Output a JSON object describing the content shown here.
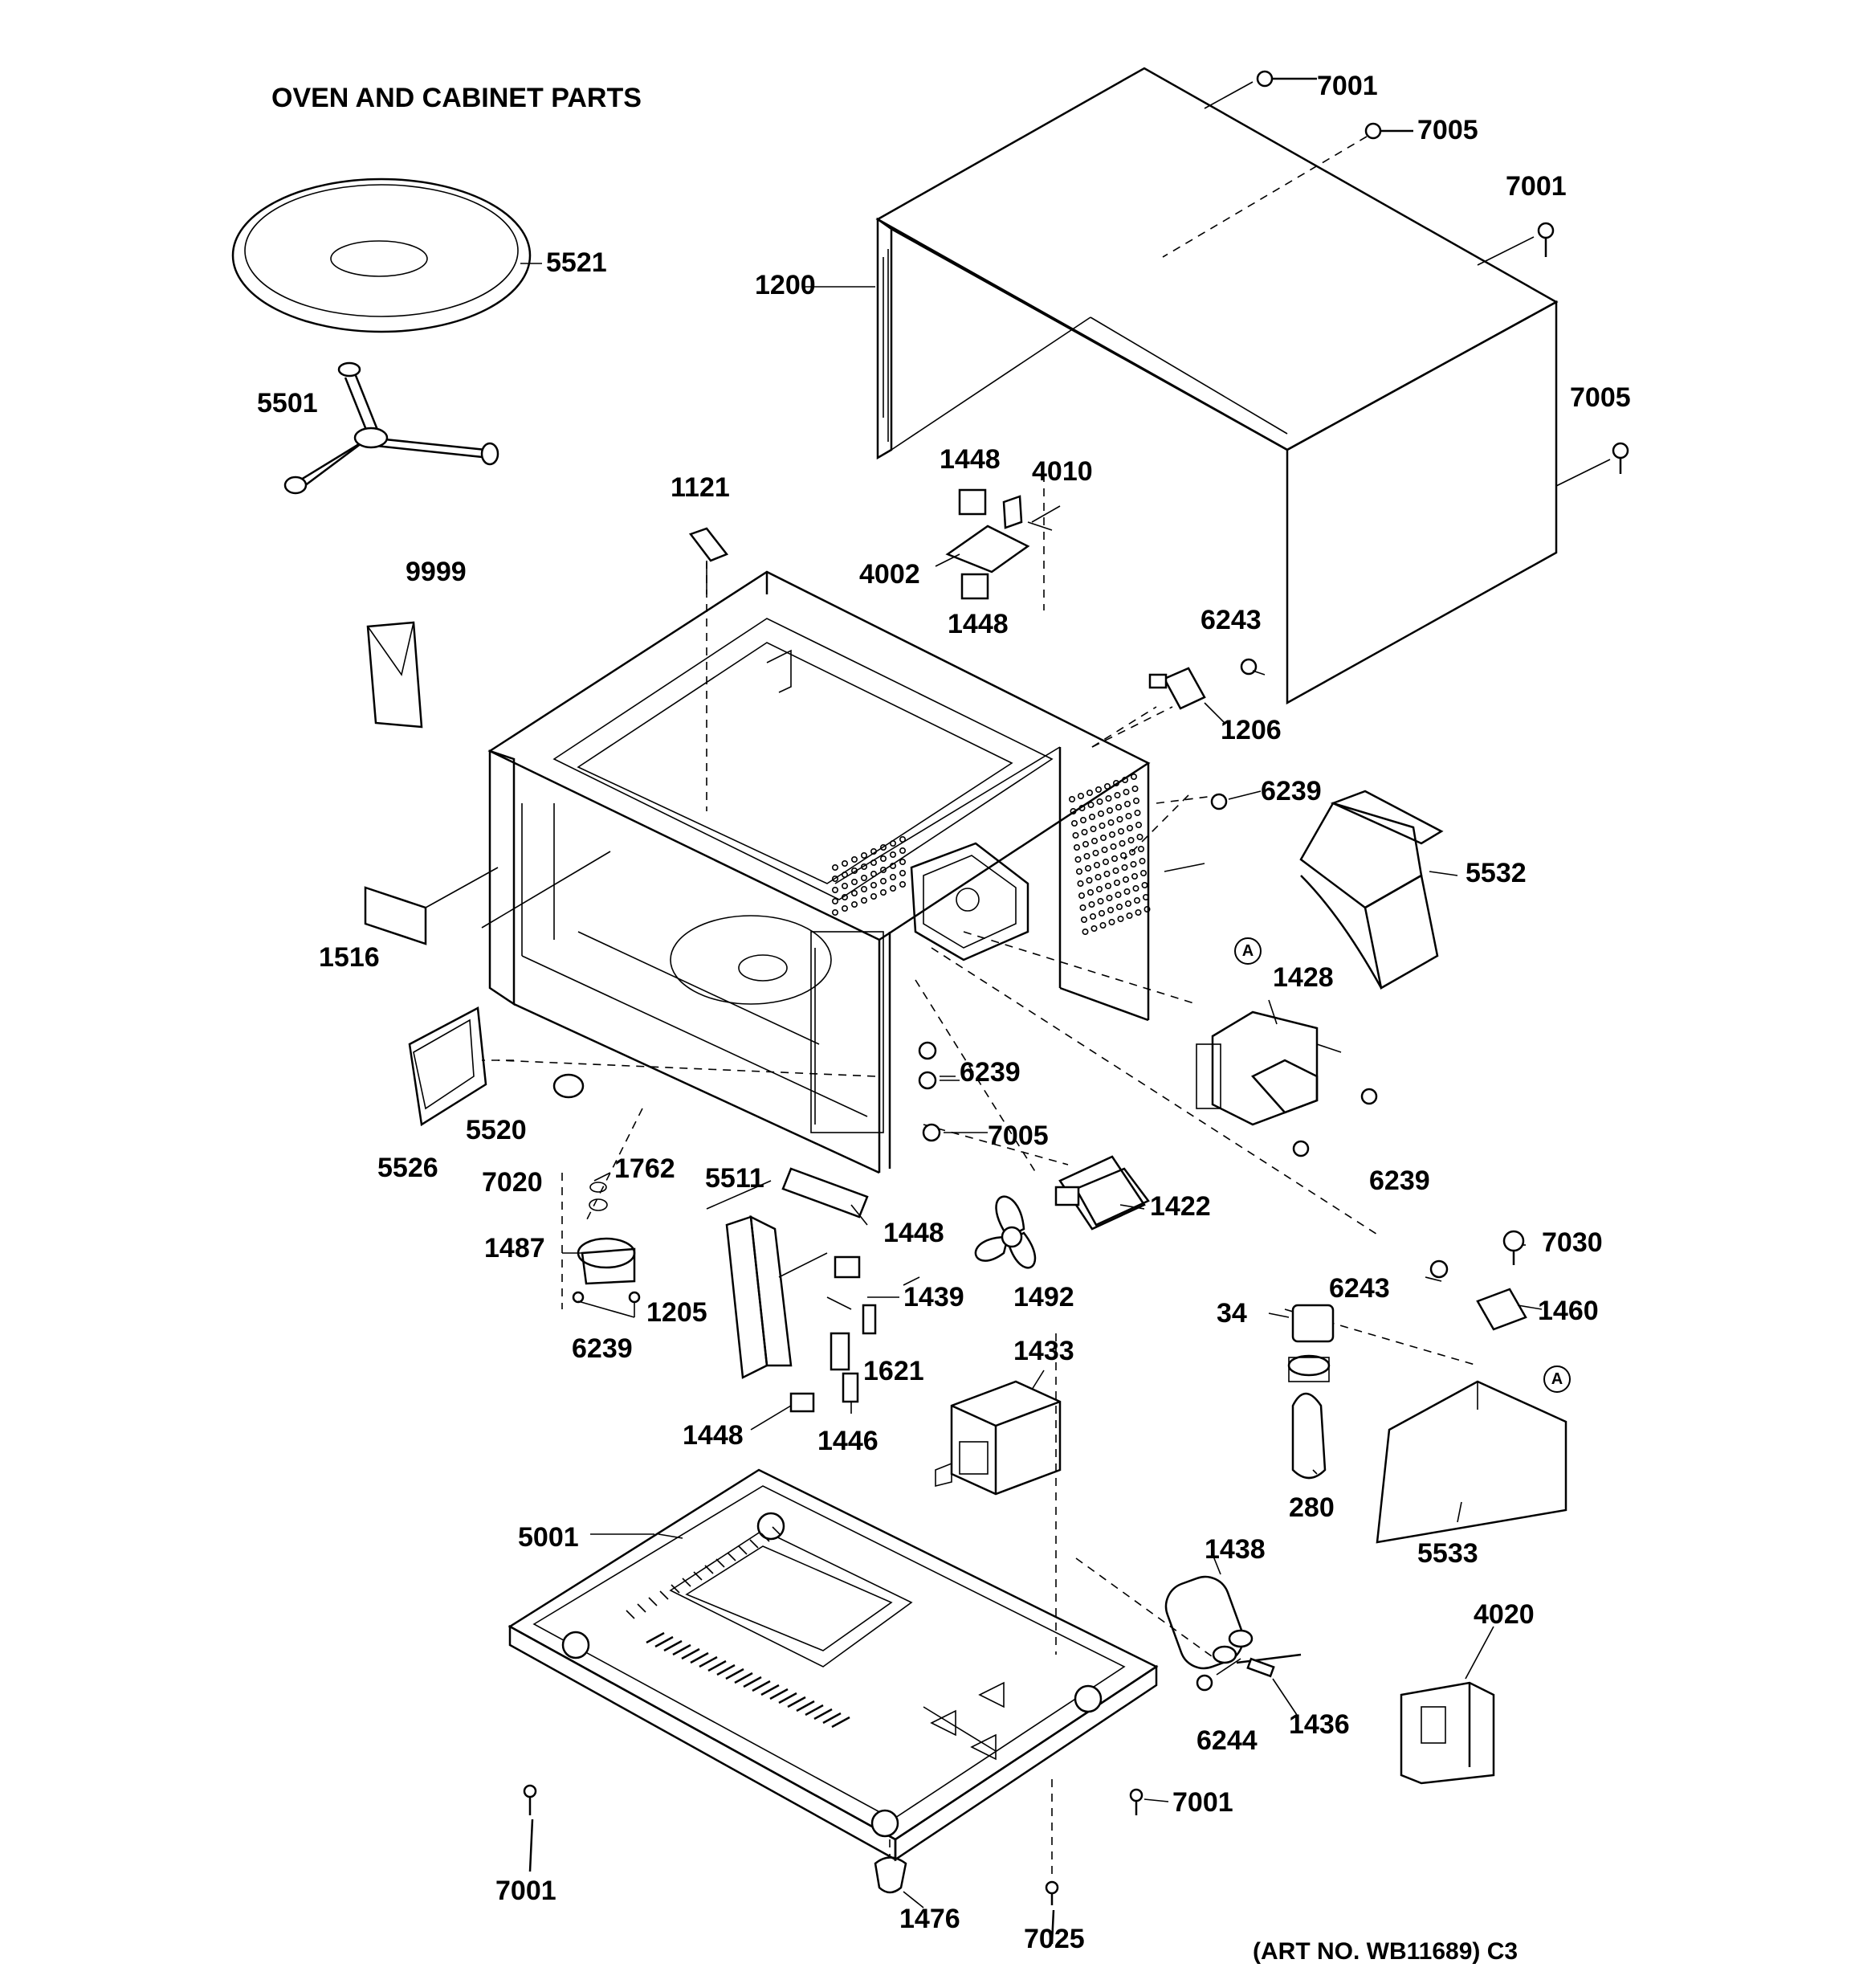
{
  "title": "OVEN AND CABINET PARTS",
  "art_number": "(ART NO. WB11689) C3",
  "callout_marker": "A",
  "parts": {
    "p7001a": "7001",
    "p7005a": "7005",
    "p7001b": "7001",
    "p5521": "5521",
    "p1200": "1200",
    "p5501": "5501",
    "p7005b": "7005",
    "p1448a": "1448",
    "p4010": "4010",
    "p1121": "1121",
    "p4002": "4002",
    "p1448b": "1448",
    "p9999": "9999",
    "p6243a": "6243",
    "p1206": "1206",
    "p6239a": "6239",
    "p5532": "5532",
    "p1516": "1516",
    "p1428": "1428",
    "p6239b": "6239",
    "p7005c": "7005",
    "p5520": "5520",
    "p5526": "5526",
    "p6239c": "6239",
    "p7020": "7020",
    "p1762": "1762",
    "p5511": "5511",
    "p1422": "1422",
    "p7030": "7030",
    "p1487": "1487",
    "p1448c": "1448",
    "p6243b": "6243",
    "p1460": "1460",
    "p1439": "1439",
    "p1492": "1492",
    "p34": "34",
    "p1205": "1205",
    "p6239d": "6239",
    "p1433": "1433",
    "p1621": "1621",
    "p1448d": "1448",
    "p1446": "1446",
    "p280": "280",
    "p5533": "5533",
    "p5001": "5001",
    "p1438": "1438",
    "p4020": "4020",
    "p6244": "6244",
    "p1436": "1436",
    "p7001c": "7001",
    "p7001d": "7001",
    "p1476": "1476",
    "p7025": "7025"
  }
}
